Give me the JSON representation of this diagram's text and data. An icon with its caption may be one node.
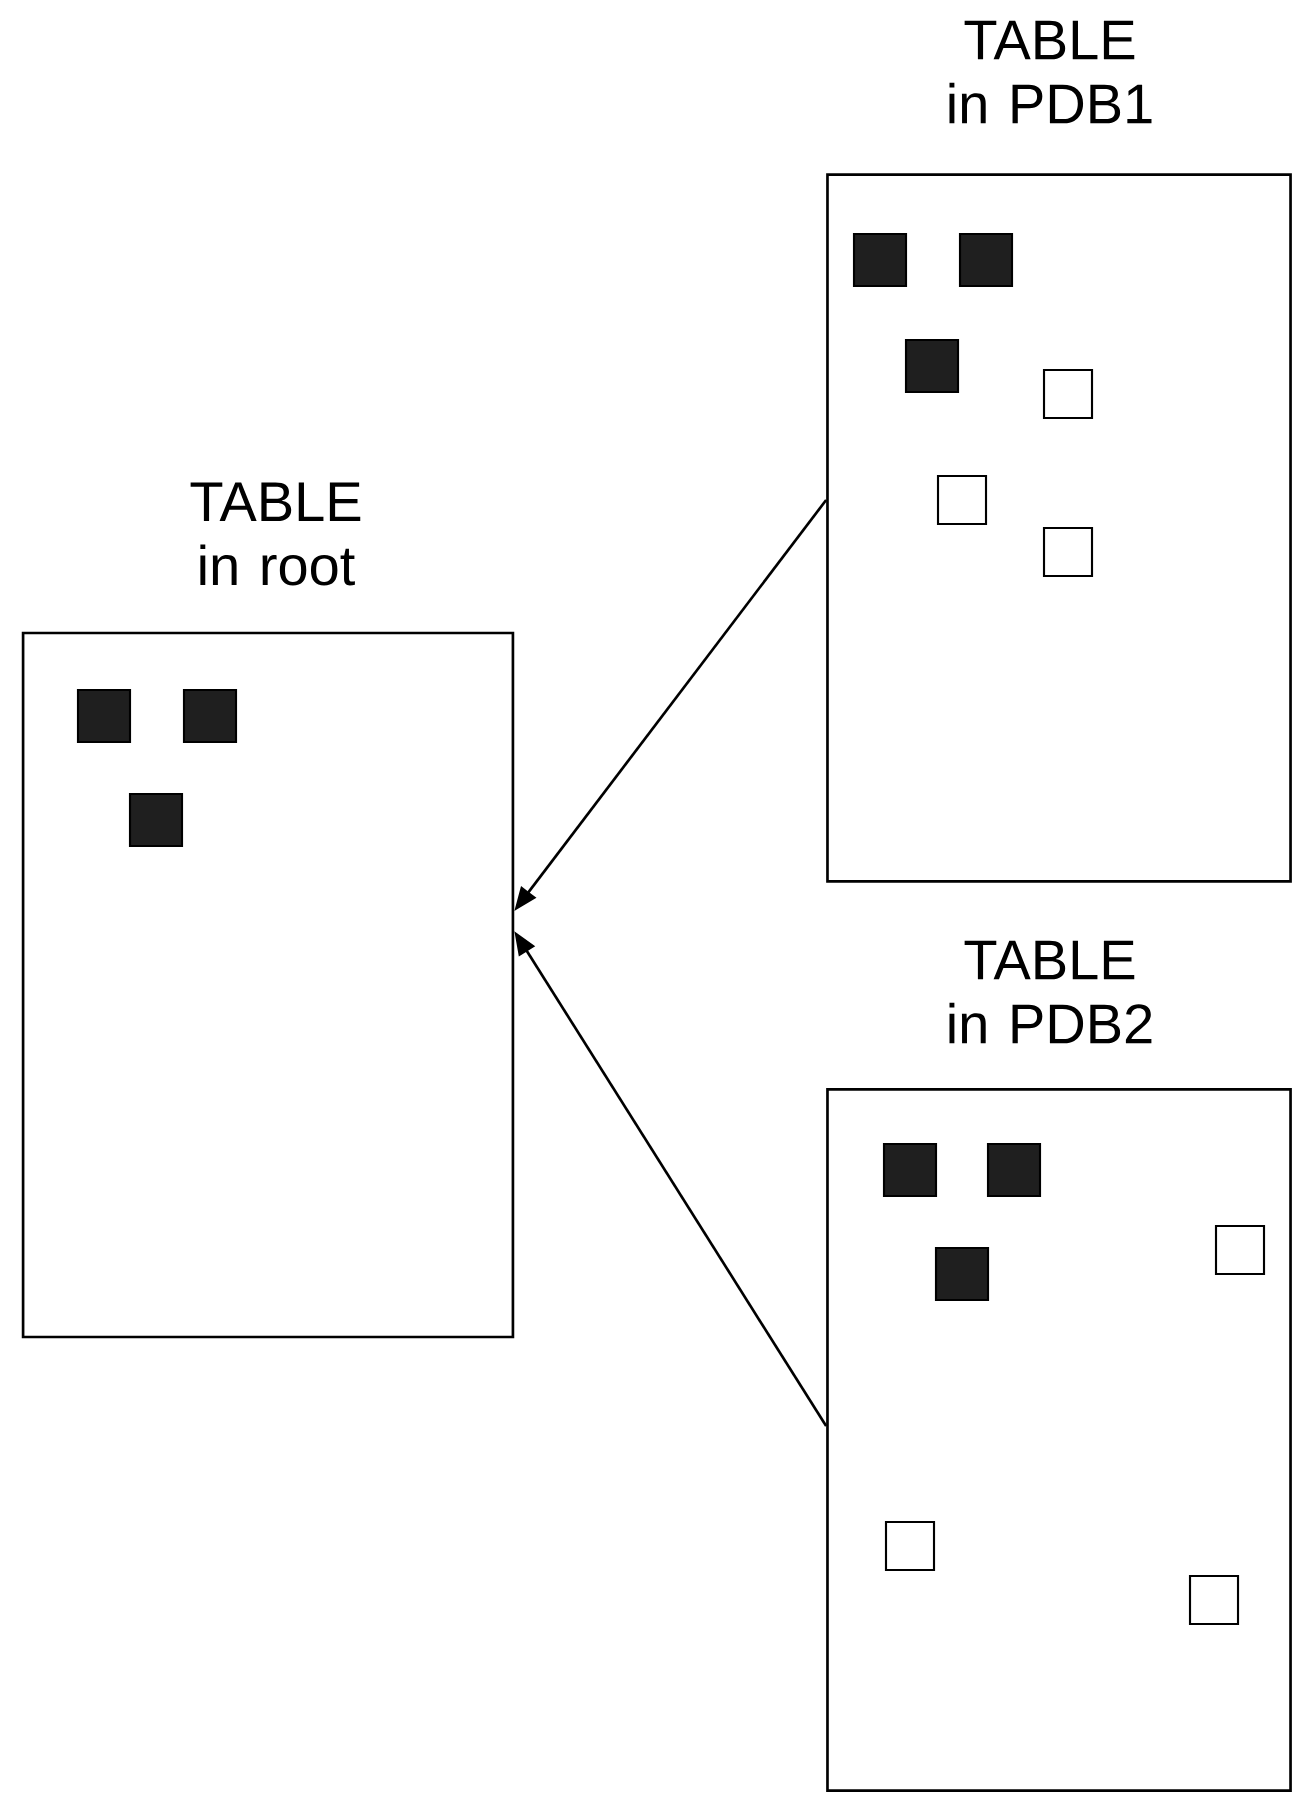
{
  "diagram": {
    "nodes": [
      {
        "text": [
          "TABLE in root"
        ]
      },
      {
        "text": [
          "TABLE in PDB1"
        ]
      },
      {
        "text": [
          "TABLE in PDB2"
        ]
      }
    ],
    "edges": [
      {
        "from": 1,
        "to": 0,
        "arrow": "to"
      },
      {
        "from": 2,
        "to": 0,
        "arrow": "to"
      }
    ]
  }
}
